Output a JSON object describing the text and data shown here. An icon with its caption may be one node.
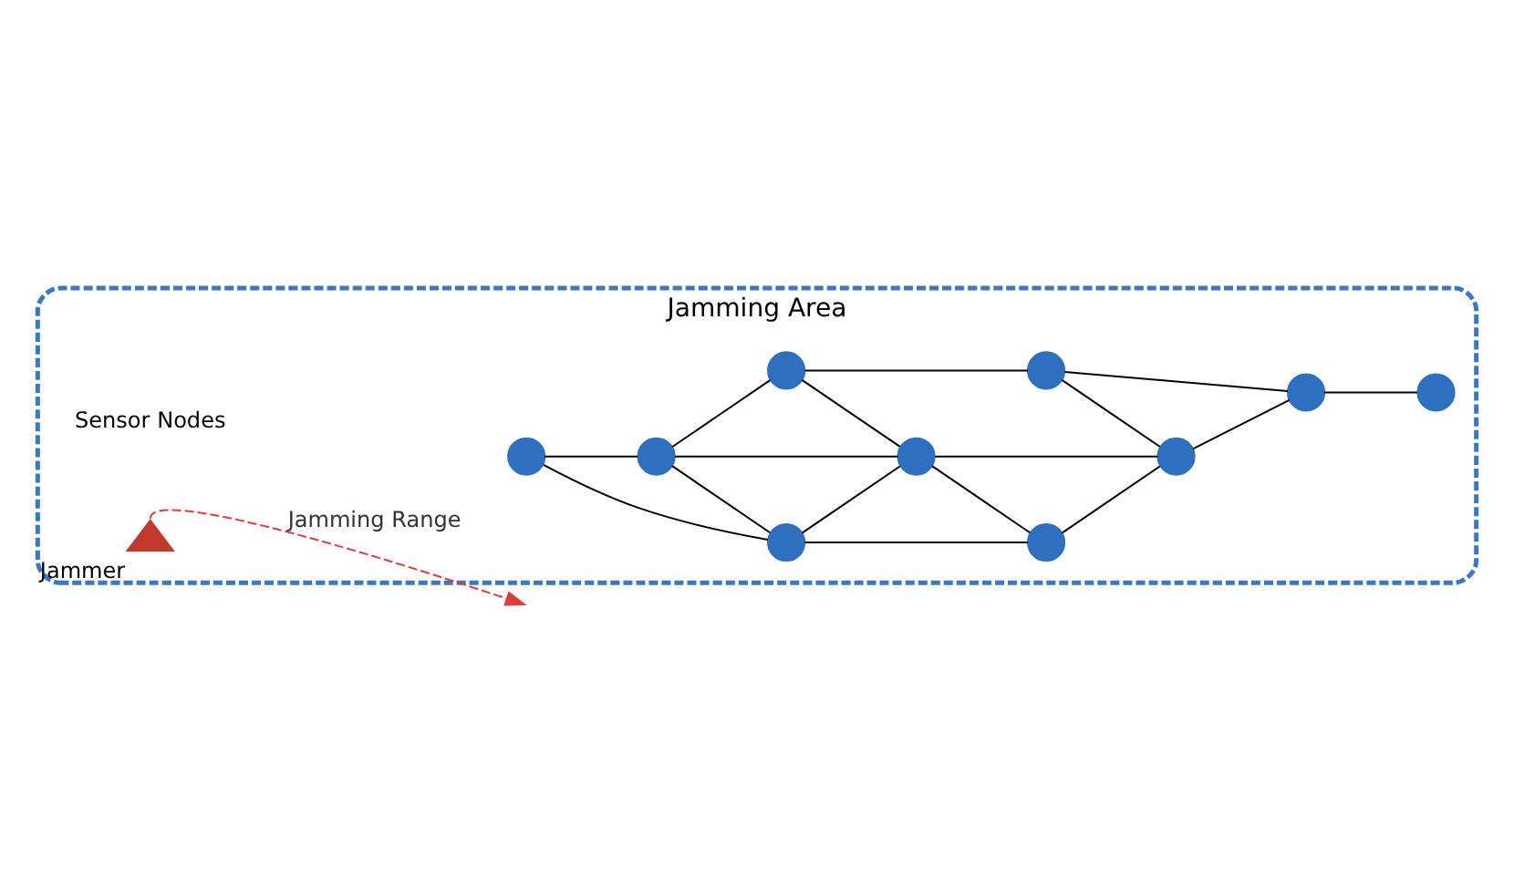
{
  "diagram": {
    "nodes": [
      {
        "text": [
          "Jamming Area"
        ]
      },
      {
        "text": [],
        "shape": "circle",
        "in": 0
      },
      {
        "text": [],
        "shape": "circle",
        "in": 0
      },
      {
        "text": [],
        "shape": "circle",
        "in": 0
      },
      {
        "text": [],
        "shape": "circle",
        "in": 0
      },
      {
        "text": [],
        "shape": "circle",
        "in": 0
      },
      {
        "text": [],
        "shape": "circle",
        "in": 0
      },
      {
        "text": [],
        "shape": "circle",
        "in": 0
      },
      {
        "text": [],
        "shape": "circle",
        "in": 0
      },
      {
        "text": [],
        "shape": "circle",
        "in": 0
      },
      {
        "text": [],
        "shape": "circle",
        "in": 0
      },
      {
        "text": [],
        "shape": "triangle",
        "in": 0,
        "beside": [
          "Jammer"
        ]
      }
    ],
    "edges": [
      {
        "from": 1,
        "to": 3,
        "arrow": "none"
      },
      {
        "from": 1,
        "to": 2,
        "arrow": "none"
      },
      {
        "from": 3,
        "to": 2,
        "arrow": "none"
      },
      {
        "from": 3,
        "to": 4,
        "arrow": "none"
      },
      {
        "from": 3,
        "to": 5,
        "arrow": "none"
      },
      {
        "from": 2,
        "to": 5,
        "arrow": "none"
      },
      {
        "from": 2,
        "to": 6,
        "arrow": "none"
      },
      {
        "from": 4,
        "to": 5,
        "arrow": "none"
      },
      {
        "from": 4,
        "to": 7,
        "arrow": "none"
      },
      {
        "from": 5,
        "to": 6,
        "arrow": "none"
      },
      {
        "from": 5,
        "to": 8,
        "arrow": "none"
      },
      {
        "from": 6,
        "to": 8,
        "arrow": "none"
      },
      {
        "from": 7,
        "to": 8,
        "arrow": "none"
      },
      {
        "from": 7,
        "to": 9,
        "arrow": "none"
      },
      {
        "from": 8,
        "to": 9,
        "arrow": "none"
      },
      {
        "from": 9,
        "to": 10,
        "arrow": "none"
      },
      {
        "from": 11,
        "to": 0,
        "arrow": "to",
        "label": "Jamming Range",
        "style": "dashed",
        "color": "#e03c3c"
      }
    ],
    "labels": [
      "Sensor Nodes"
    ]
  }
}
